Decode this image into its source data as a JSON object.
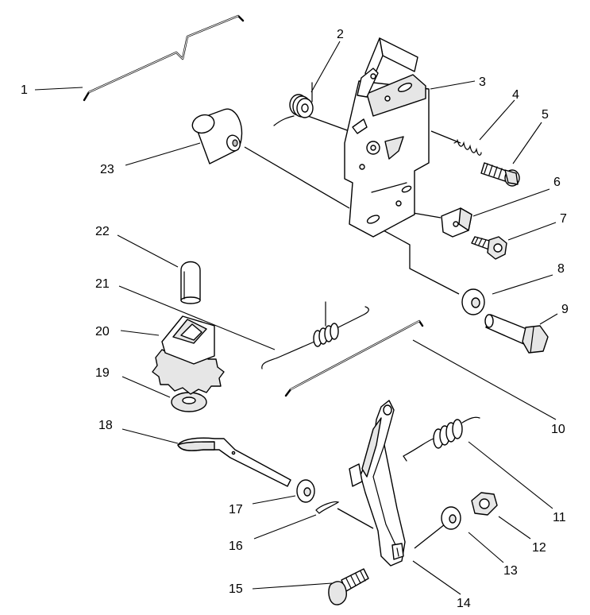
{
  "callouts": [
    {
      "num": "1"
    },
    {
      "num": "2"
    },
    {
      "num": "3"
    },
    {
      "num": "4"
    },
    {
      "num": "5"
    },
    {
      "num": "6"
    },
    {
      "num": "7"
    },
    {
      "num": "8"
    },
    {
      "num": "9"
    },
    {
      "num": "10"
    },
    {
      "num": "11"
    },
    {
      "num": "12"
    },
    {
      "num": "13"
    },
    {
      "num": "14"
    },
    {
      "num": "15"
    },
    {
      "num": "16"
    },
    {
      "num": "17"
    },
    {
      "num": "18"
    },
    {
      "num": "19"
    },
    {
      "num": "20"
    },
    {
      "num": "21"
    },
    {
      "num": "22"
    },
    {
      "num": "23"
    }
  ]
}
